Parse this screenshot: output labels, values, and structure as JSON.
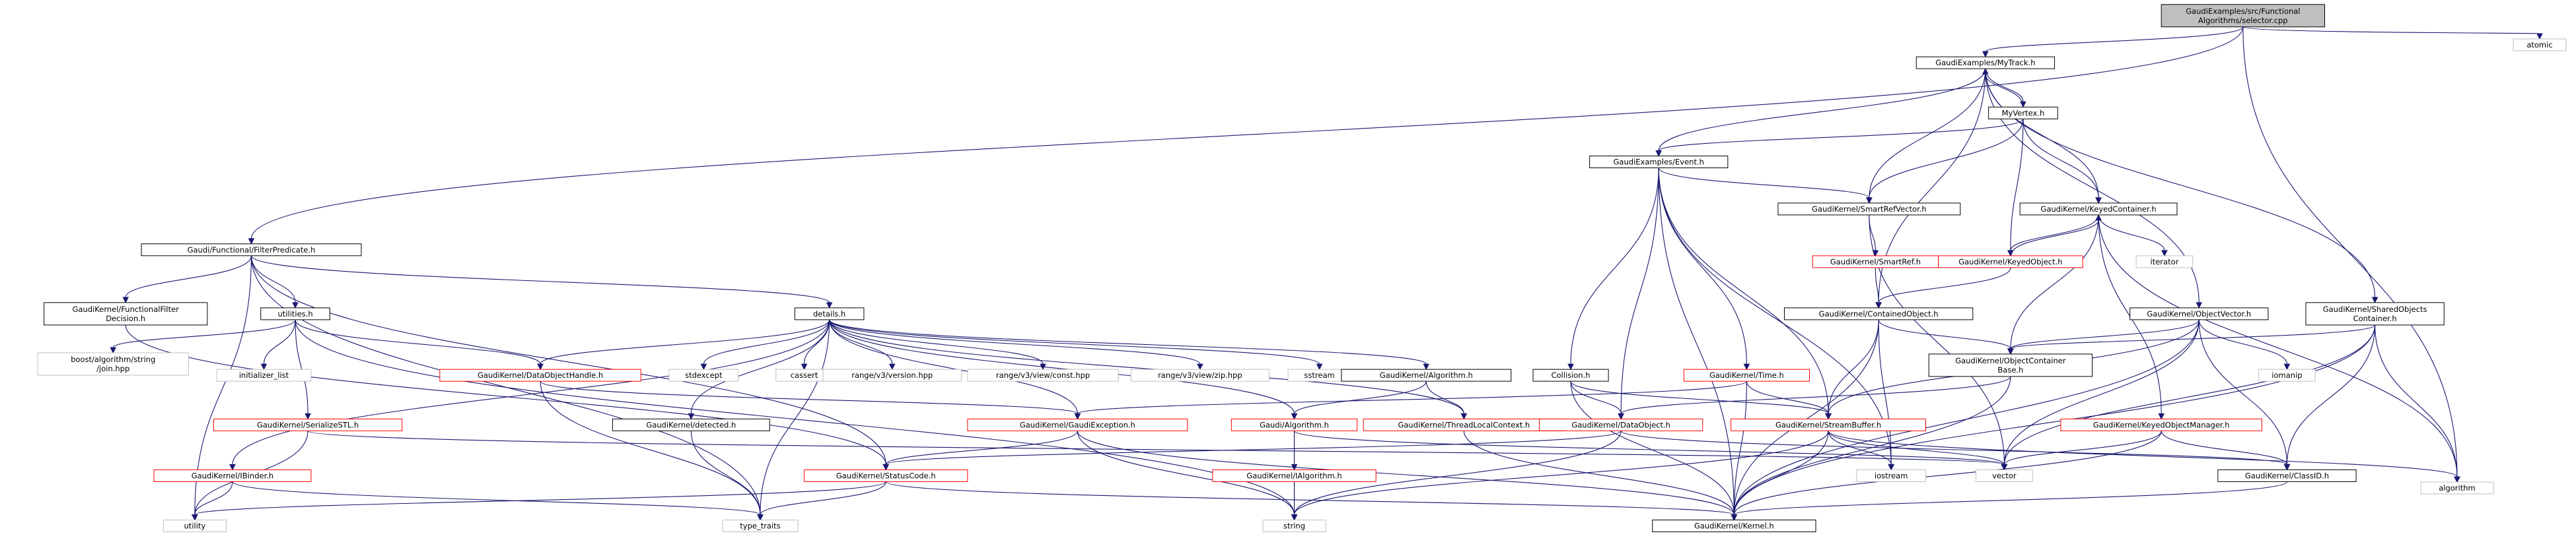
{
  "colors": {
    "edge": "#191970",
    "root_fill": "#bfbfbf",
    "node_border": "#000000",
    "undocumented_border": "#ff0000",
    "external_border": "#bfbfbf",
    "text": "#000000"
  },
  "nodes": [
    {
      "id": "root",
      "lines": [
        "GaudiExamples/src/Functional",
        "Algorithms/selector.cpp"
      ],
      "kind": "root"
    },
    {
      "id": "mytrack",
      "lines": [
        "GaudiExamples/MyTrack.h"
      ],
      "kind": "doc"
    },
    {
      "id": "atomic",
      "lines": [
        "atomic"
      ],
      "kind": "ext"
    },
    {
      "id": "filterpred",
      "lines": [
        "Gaudi/Functional/FilterPredicate.h"
      ],
      "kind": "doc"
    },
    {
      "id": "algorithm",
      "lines": [
        "algorithm"
      ],
      "kind": "ext"
    },
    {
      "id": "myvertex",
      "lines": [
        "MyVertex.h"
      ],
      "kind": "doc"
    },
    {
      "id": "event",
      "lines": [
        "GaudiExamples/Event.h"
      ],
      "kind": "doc"
    },
    {
      "id": "smartrefvec",
      "lines": [
        "GaudiKernel/SmartRefVector.h"
      ],
      "kind": "doc"
    },
    {
      "id": "keyedcont",
      "lines": [
        "GaudiKernel/KeyedContainer.h"
      ],
      "kind": "doc"
    },
    {
      "id": "smartref",
      "lines": [
        "GaudiKernel/SmartRef.h"
      ],
      "kind": "red"
    },
    {
      "id": "keyedobj",
      "lines": [
        "GaudiKernel/KeyedObject.h"
      ],
      "kind": "red"
    },
    {
      "id": "iterator",
      "lines": [
        "iterator"
      ],
      "kind": "ext"
    },
    {
      "id": "containedobj",
      "lines": [
        "GaudiKernel/ContainedObject.h"
      ],
      "kind": "doc"
    },
    {
      "id": "objvector",
      "lines": [
        "GaudiKernel/ObjectVector.h"
      ],
      "kind": "doc"
    },
    {
      "id": "sharedobj",
      "lines": [
        "GaudiKernel/SharedObjects",
        "Container.h"
      ],
      "kind": "doc"
    },
    {
      "id": "objcontbase",
      "lines": [
        "GaudiKernel/ObjectContainer",
        "Base.h"
      ],
      "kind": "doc"
    },
    {
      "id": "iomanip",
      "lines": [
        "iomanip"
      ],
      "kind": "ext"
    },
    {
      "id": "filterdecision",
      "lines": [
        "GaudiKernel/FunctionalFilter",
        "Decision.h"
      ],
      "kind": "doc"
    },
    {
      "id": "utilities",
      "lines": [
        "utilities.h"
      ],
      "kind": "doc"
    },
    {
      "id": "details",
      "lines": [
        "details.h"
      ],
      "kind": "doc"
    },
    {
      "id": "boostjson",
      "lines": [
        "boost/algorithm/string",
        "/join.hpp"
      ],
      "kind": "ext"
    },
    {
      "id": "initlist",
      "lines": [
        "initializer_list"
      ],
      "kind": "ext"
    },
    {
      "id": "dataobjhandle",
      "lines": [
        "GaudiKernel/DataObjectHandle.h"
      ],
      "kind": "red"
    },
    {
      "id": "stdexcept",
      "lines": [
        "stdexcept"
      ],
      "kind": "ext"
    },
    {
      "id": "cassert",
      "lines": [
        "cassert"
      ],
      "kind": "ext"
    },
    {
      "id": "rangeversion",
      "lines": [
        "range/v3/version.hpp"
      ],
      "kind": "ext"
    },
    {
      "id": "rangeconst",
      "lines": [
        "range/v3/view/const.hpp"
      ],
      "kind": "ext"
    },
    {
      "id": "rangezip",
      "lines": [
        "range/v3/view/zip.hpp"
      ],
      "kind": "ext"
    },
    {
      "id": "sstream",
      "lines": [
        "sstream"
      ],
      "kind": "ext"
    },
    {
      "id": "gkalgorithm",
      "lines": [
        "GaudiKernel/Algorithm.h"
      ],
      "kind": "doc"
    },
    {
      "id": "collision",
      "lines": [
        "Collision.h"
      ],
      "kind": "doc"
    },
    {
      "id": "time",
      "lines": [
        "GaudiKernel/Time.h"
      ],
      "kind": "red"
    },
    {
      "id": "serializestl",
      "lines": [
        "GaudiKernel/SerializeSTL.h"
      ],
      "kind": "red"
    },
    {
      "id": "detected",
      "lines": [
        "GaudiKernel/detected.h"
      ],
      "kind": "doc"
    },
    {
      "id": "gaudiexception",
      "lines": [
        "GaudiKernel/GaudiException.h"
      ],
      "kind": "red"
    },
    {
      "id": "gaudialgorithm",
      "lines": [
        "Gaudi/Algorithm.h"
      ],
      "kind": "red"
    },
    {
      "id": "threadlocal",
      "lines": [
        "GaudiKernel/ThreadLocalContext.h"
      ],
      "kind": "red"
    },
    {
      "id": "dataobject",
      "lines": [
        "GaudiKernel/DataObject.h"
      ],
      "kind": "red"
    },
    {
      "id": "streambuffer",
      "lines": [
        "GaudiKernel/StreamBuffer.h"
      ],
      "kind": "red"
    },
    {
      "id": "keyedobjmgr",
      "lines": [
        "GaudiKernel/KeyedObjectManager.h"
      ],
      "kind": "red"
    },
    {
      "id": "ibinder",
      "lines": [
        "GaudiKernel/IBinder.h"
      ],
      "kind": "red"
    },
    {
      "id": "statuscode",
      "lines": [
        "GaudiKernel/StatusCode.h"
      ],
      "kind": "red"
    },
    {
      "id": "ialgorithm",
      "lines": [
        "GaudiKernel/IAlgorithm.h"
      ],
      "kind": "red"
    },
    {
      "id": "iostream",
      "lines": [
        "iostream"
      ],
      "kind": "ext"
    },
    {
      "id": "vector",
      "lines": [
        "vector"
      ],
      "kind": "ext"
    },
    {
      "id": "classid",
      "lines": [
        "GaudiKernel/ClassID.h"
      ],
      "kind": "doc"
    },
    {
      "id": "algorithmh",
      "lines": [
        "algorithm"
      ],
      "kind": "ext"
    },
    {
      "id": "utility",
      "lines": [
        "utility"
      ],
      "kind": "ext"
    },
    {
      "id": "typetraits",
      "lines": [
        "type_traits"
      ],
      "kind": "ext"
    },
    {
      "id": "string",
      "lines": [
        "string"
      ],
      "kind": "ext"
    },
    {
      "id": "kernel",
      "lines": [
        "GaudiKernel/Kernel.h"
      ],
      "kind": "doc"
    }
  ],
  "edges": [
    [
      "root",
      "mytrack"
    ],
    [
      "root",
      "atomic"
    ],
    [
      "root",
      "filterpred"
    ],
    [
      "root",
      "algorithm"
    ],
    [
      "mytrack",
      "myvertex"
    ],
    [
      "mytrack",
      "event"
    ],
    [
      "mytrack",
      "smartrefvec"
    ],
    [
      "mytrack",
      "keyedcont"
    ],
    [
      "mytrack",
      "containedobj"
    ],
    [
      "mytrack",
      "objvector"
    ],
    [
      "mytrack",
      "sharedobj"
    ],
    [
      "myvertex",
      "mytrack"
    ],
    [
      "myvertex",
      "event"
    ],
    [
      "myvertex",
      "smartrefvec"
    ],
    [
      "myvertex",
      "keyedcont"
    ],
    [
      "myvertex",
      "keyedobj"
    ],
    [
      "event",
      "smartrefvec"
    ],
    [
      "event",
      "collision"
    ],
    [
      "event",
      "time"
    ],
    [
      "event",
      "streambuffer"
    ],
    [
      "event",
      "dataobject"
    ],
    [
      "event",
      "iostream"
    ],
    [
      "event",
      "kernel"
    ],
    [
      "smartrefvec",
      "smartref"
    ],
    [
      "smartrefvec",
      "vector"
    ],
    [
      "smartref",
      "containedobj"
    ],
    [
      "keyedcont",
      "keyedobj"
    ],
    [
      "keyedcont",
      "iterator"
    ],
    [
      "keyedcont",
      "objcontbase"
    ],
    [
      "keyedcont",
      "algorithmh"
    ],
    [
      "keyedcont",
      "keyedobjmgr"
    ],
    [
      "keyedobj",
      "keyedcont"
    ],
    [
      "keyedobj",
      "containedobj"
    ],
    [
      "containedobj",
      "objcontbase"
    ],
    [
      "containedobj",
      "streambuffer"
    ],
    [
      "containedobj",
      "iostream"
    ],
    [
      "containedobj",
      "kernel"
    ],
    [
      "objvector",
      "objcontbase"
    ],
    [
      "objvector",
      "iomanip"
    ],
    [
      "objvector",
      "vector"
    ],
    [
      "objvector",
      "classid"
    ],
    [
      "objvector",
      "kernel"
    ],
    [
      "objvector",
      "streambuffer"
    ],
    [
      "sharedobj",
      "objcontbase"
    ],
    [
      "sharedobj",
      "algorithmh"
    ],
    [
      "sharedobj",
      "classid"
    ],
    [
      "sharedobj",
      "kernel"
    ],
    [
      "sharedobj",
      "vector"
    ],
    [
      "objcontbase",
      "dataobject"
    ],
    [
      "objcontbase",
      "kernel"
    ],
    [
      "filterpred",
      "filterdecision"
    ],
    [
      "filterpred",
      "utilities"
    ],
    [
      "filterpred",
      "details"
    ],
    [
      "filterpred",
      "utility"
    ],
    [
      "filterpred",
      "typetraits"
    ],
    [
      "filterpred",
      "statuscode"
    ],
    [
      "filterdecision",
      "statuscode"
    ],
    [
      "utilities",
      "boostjson"
    ],
    [
      "utilities",
      "initlist"
    ],
    [
      "utilities",
      "dataobjhandle"
    ],
    [
      "utilities",
      "serializestl"
    ],
    [
      "utilities",
      "string"
    ],
    [
      "details",
      "dataobjhandle"
    ],
    [
      "details",
      "stdexcept"
    ],
    [
      "details",
      "cassert"
    ],
    [
      "details",
      "rangeversion"
    ],
    [
      "details",
      "rangeconst"
    ],
    [
      "details",
      "rangezip"
    ],
    [
      "details",
      "sstream"
    ],
    [
      "details",
      "gkalgorithm"
    ],
    [
      "details",
      "detected"
    ],
    [
      "details",
      "gaudiexception"
    ],
    [
      "details",
      "gaudialgorithm"
    ],
    [
      "details",
      "threadlocal"
    ],
    [
      "details",
      "ibinder"
    ],
    [
      "details",
      "typetraits"
    ],
    [
      "gkalgorithm",
      "gaudialgorithm"
    ],
    [
      "gkalgorithm",
      "threadlocal"
    ],
    [
      "dataobjhandle",
      "gaudiexception"
    ],
    [
      "dataobjhandle",
      "typetraits"
    ],
    [
      "collision",
      "dataobject"
    ],
    [
      "collision",
      "streambuffer"
    ],
    [
      "collision",
      "kernel"
    ],
    [
      "time",
      "gaudiexception"
    ],
    [
      "time",
      "streambuffer"
    ],
    [
      "time",
      "kernel"
    ],
    [
      "serializestl",
      "utility"
    ],
    [
      "serializestl",
      "vector"
    ],
    [
      "detected",
      "typetraits"
    ],
    [
      "gaudiexception",
      "statuscode"
    ],
    [
      "gaudiexception",
      "string"
    ],
    [
      "gaudiexception",
      "kernel"
    ],
    [
      "gaudialgorithm",
      "ialgorithm"
    ],
    [
      "gaudialgorithm",
      "string"
    ],
    [
      "gaudialgorithm",
      "vector"
    ],
    [
      "threadlocal",
      "kernel"
    ],
    [
      "dataobject",
      "classid"
    ],
    [
      "dataobject",
      "string"
    ],
    [
      "dataobject",
      "statuscode"
    ],
    [
      "streambuffer",
      "iostream"
    ],
    [
      "streambuffer",
      "vector"
    ],
    [
      "streambuffer",
      "algorithmh"
    ],
    [
      "streambuffer",
      "string"
    ],
    [
      "streambuffer",
      "kernel"
    ],
    [
      "keyedobjmgr",
      "classid"
    ],
    [
      "keyedobjmgr",
      "vector"
    ],
    [
      "keyedobjmgr",
      "kernel"
    ],
    [
      "ibinder",
      "utility"
    ],
    [
      "ibinder",
      "typetraits"
    ],
    [
      "statuscode",
      "utility"
    ],
    [
      "statuscode",
      "typetraits"
    ],
    [
      "statuscode",
      "kernel"
    ],
    [
      "ialgorithm",
      "string"
    ],
    [
      "classid",
      "kernel"
    ]
  ]
}
